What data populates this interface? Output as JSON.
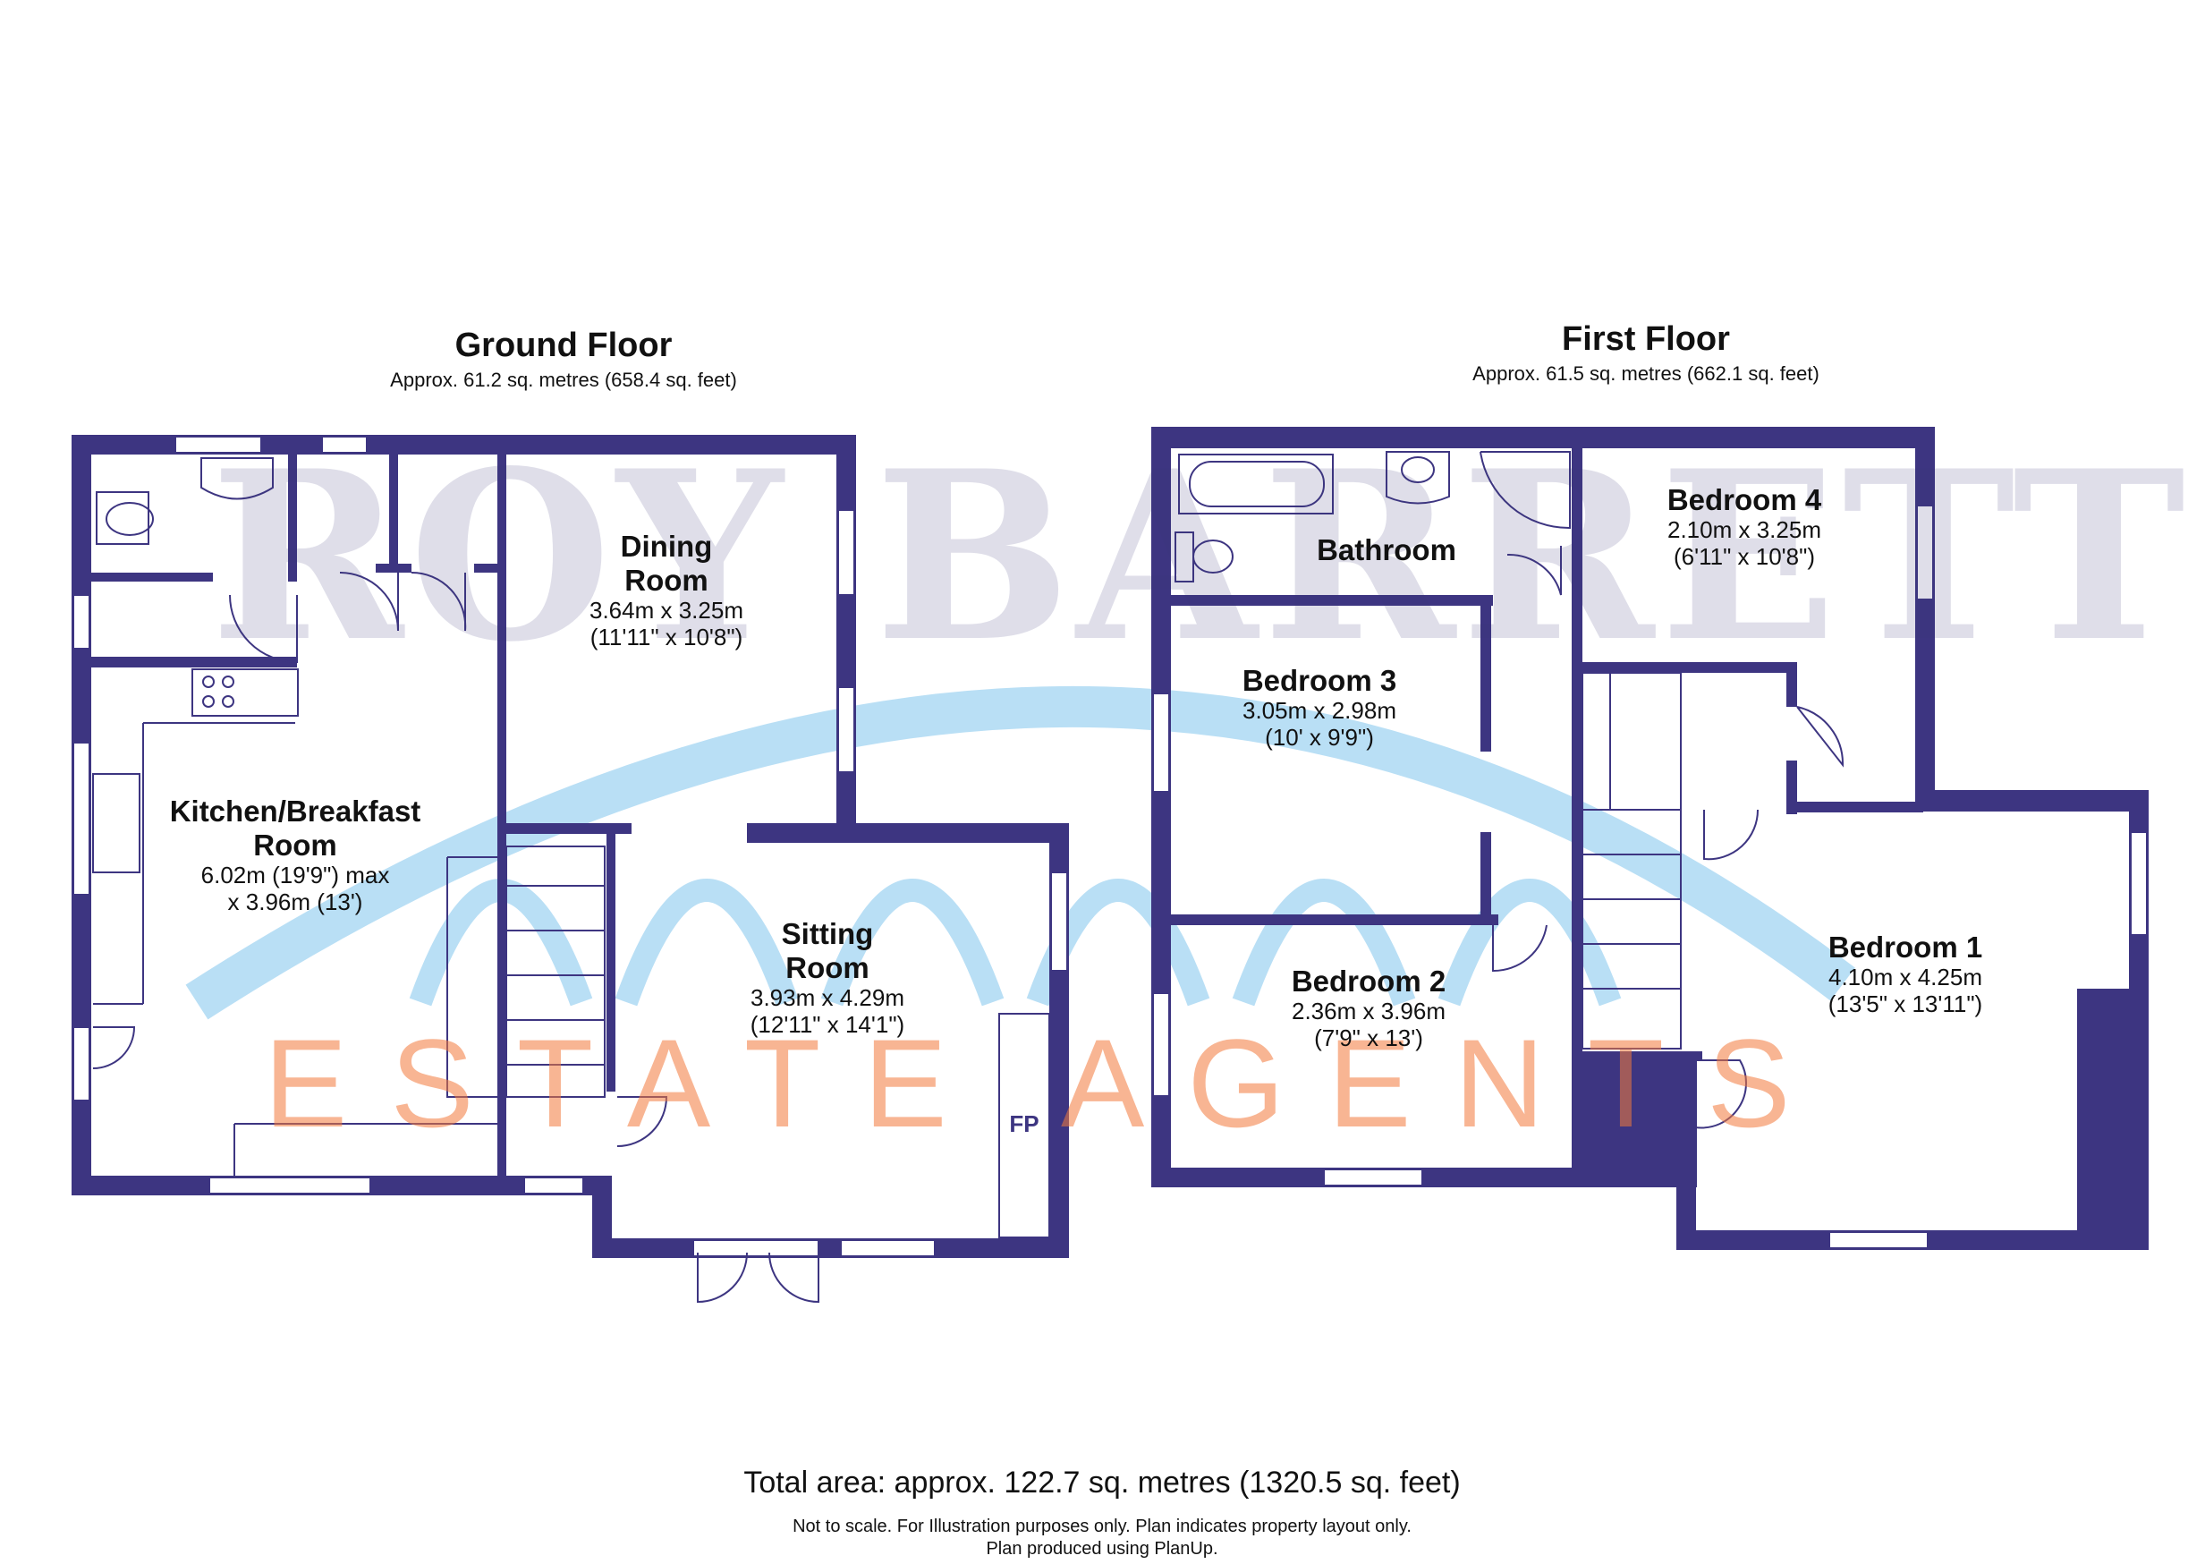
{
  "watermark": {
    "top_text": "ROY BARRETT",
    "bottom_text": "ESTATE AGENTS",
    "top_color": "#3c3b7a",
    "bottom_color": "#f47a3c",
    "arc_color": "#63b8e8"
  },
  "colors": {
    "wall": "#3d3581",
    "window": "#ffffff",
    "text": "#111111"
  },
  "ground_floor": {
    "title": "Ground Floor",
    "area": "Approx. 61.2 sq. metres (658.4 sq. feet)",
    "rooms": [
      {
        "id": "dining",
        "name_lines": [
          "Dining",
          "Room"
        ],
        "dim_lines": [
          "3.64m x 3.25m",
          "(11'11\" x 10'8\")"
        ]
      },
      {
        "id": "kitchen",
        "name_lines": [
          "Kitchen/Breakfast",
          "Room"
        ],
        "dim_lines": [
          "6.02m (19'9\") max",
          "x 3.96m (13')"
        ]
      },
      {
        "id": "sitting",
        "name_lines": [
          "Sitting",
          "Room"
        ],
        "dim_lines": [
          "3.93m x 4.29m",
          "(12'11\" x 14'1\")"
        ]
      }
    ],
    "fireplace_label": "FP"
  },
  "first_floor": {
    "title": "First Floor",
    "area": "Approx. 61.5 sq. metres (662.1 sq. feet)",
    "rooms": [
      {
        "id": "bathroom",
        "name_lines": [
          "Bathroom"
        ],
        "dim_lines": []
      },
      {
        "id": "bedroom4",
        "name_lines": [
          "Bedroom 4"
        ],
        "dim_lines": [
          "2.10m x 3.25m",
          "(6'11\" x 10'8\")"
        ]
      },
      {
        "id": "bedroom3",
        "name_lines": [
          "Bedroom 3"
        ],
        "dim_lines": [
          "3.05m x 2.98m",
          "(10' x 9'9\")"
        ]
      },
      {
        "id": "bedroom2",
        "name_lines": [
          "Bedroom 2"
        ],
        "dim_lines": [
          "2.36m x 3.96m",
          "(7'9\" x 13')"
        ]
      },
      {
        "id": "bedroom1",
        "name_lines": [
          "Bedroom 1"
        ],
        "dim_lines": [
          "4.10m x 4.25m",
          "(13'5\" x 13'11\")"
        ]
      }
    ]
  },
  "footer": {
    "total_area": "Total area: approx. 122.7 sq. metres (1320.5 sq. feet)",
    "note_line1": "Not to scale. For Illustration purposes only. Plan indicates property layout only.",
    "note_line2": "Plan produced using PlanUp."
  }
}
